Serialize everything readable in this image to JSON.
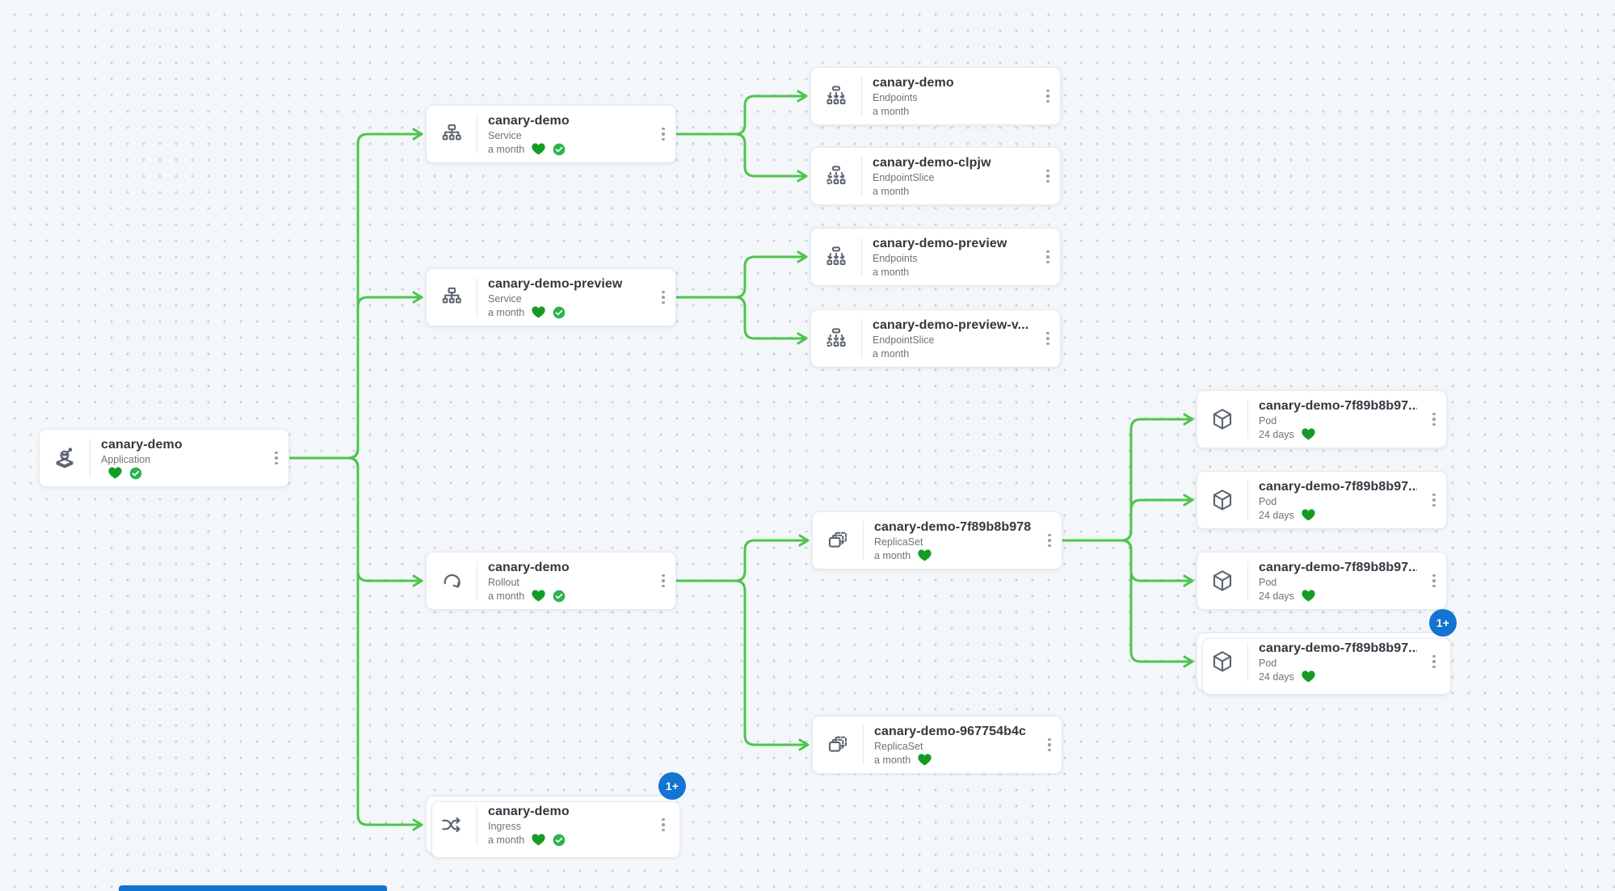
{
  "view": "application-resource-tree",
  "badge_overflow_label": "1+",
  "colors": {
    "edge_green": "#4ec44d",
    "healthy_heart_green": "#149b26",
    "synced_check_green": "#2db34f",
    "overflow_badge_blue": "#1374d1",
    "card_background": "#ffffff",
    "canvas_background": "#f3f7fa"
  },
  "icons": {
    "menu": "kebab-menu-icon",
    "healthy": "heart-icon",
    "synced": "check-circle-icon",
    "Application": "application-icon",
    "Service": "service-icon",
    "Endpoints": "endpoints-icon",
    "EndpointSlice": "endpointslice-icon",
    "Rollout": "rollout-icon",
    "ReplicaSet": "replicaset-icon",
    "Pod": "pod-icon",
    "Ingress": "ingress-icon"
  },
  "nodes": [
    {
      "id": "app",
      "name": "canary-demo",
      "kind": "Application",
      "age": "",
      "healthy": true,
      "synced": true,
      "badge": null,
      "stacked": false
    },
    {
      "id": "svc1",
      "name": "canary-demo",
      "kind": "Service",
      "age": "a month",
      "healthy": true,
      "synced": true,
      "badge": null,
      "stacked": false
    },
    {
      "id": "svc2",
      "name": "canary-demo-preview",
      "kind": "Service",
      "age": "a month",
      "healthy": true,
      "synced": true,
      "badge": null,
      "stacked": false
    },
    {
      "id": "rol",
      "name": "canary-demo",
      "kind": "Rollout",
      "age": "a month",
      "healthy": true,
      "synced": true,
      "badge": null,
      "stacked": false
    },
    {
      "id": "ing",
      "name": "canary-demo",
      "kind": "Ingress",
      "age": "a month",
      "healthy": true,
      "synced": true,
      "badge": "1+",
      "stacked": true
    },
    {
      "id": "ep1",
      "name": "canary-demo",
      "kind": "Endpoints",
      "age": "a month",
      "healthy": false,
      "synced": false,
      "badge": null,
      "stacked": false
    },
    {
      "id": "eps1",
      "name": "canary-demo-clpjw",
      "kind": "EndpointSlice",
      "age": "a month",
      "healthy": false,
      "synced": false,
      "badge": null,
      "stacked": false
    },
    {
      "id": "ep2",
      "name": "canary-demo-preview",
      "kind": "Endpoints",
      "age": "a month",
      "healthy": false,
      "synced": false,
      "badge": null,
      "stacked": false
    },
    {
      "id": "eps2",
      "name": "canary-demo-preview-v...",
      "kind": "EndpointSlice",
      "age": "a month",
      "healthy": false,
      "synced": false,
      "badge": null,
      "stacked": false
    },
    {
      "id": "rs1",
      "name": "canary-demo-7f89b8b978",
      "kind": "ReplicaSet",
      "age": "a month",
      "healthy": true,
      "synced": false,
      "badge": null,
      "stacked": false
    },
    {
      "id": "rs2",
      "name": "canary-demo-967754b4c",
      "kind": "ReplicaSet",
      "age": "a month",
      "healthy": true,
      "synced": false,
      "badge": null,
      "stacked": false
    },
    {
      "id": "pod1",
      "name": "canary-demo-7f89b8b97...",
      "kind": "Pod",
      "age": "24 days",
      "healthy": true,
      "synced": false,
      "badge": null,
      "stacked": false
    },
    {
      "id": "pod2",
      "name": "canary-demo-7f89b8b97...",
      "kind": "Pod",
      "age": "24 days",
      "healthy": true,
      "synced": false,
      "badge": null,
      "stacked": false
    },
    {
      "id": "pod3",
      "name": "canary-demo-7f89b8b97...",
      "kind": "Pod",
      "age": "24 days",
      "healthy": true,
      "synced": false,
      "badge": null,
      "stacked": false
    },
    {
      "id": "pod4",
      "name": "canary-demo-7f89b8b97...",
      "kind": "Pod",
      "age": "24 days",
      "healthy": true,
      "synced": false,
      "badge": "1+",
      "stacked": true
    }
  ],
  "edges": [
    {
      "from": "app",
      "to": "svc1"
    },
    {
      "from": "app",
      "to": "svc2"
    },
    {
      "from": "app",
      "to": "rol"
    },
    {
      "from": "app",
      "to": "ing"
    },
    {
      "from": "svc1",
      "to": "ep1"
    },
    {
      "from": "svc1",
      "to": "eps1"
    },
    {
      "from": "svc2",
      "to": "ep2"
    },
    {
      "from": "svc2",
      "to": "eps2"
    },
    {
      "from": "rol",
      "to": "rs1"
    },
    {
      "from": "rol",
      "to": "rs2"
    },
    {
      "from": "rs1",
      "to": "pod1"
    },
    {
      "from": "rs1",
      "to": "pod2"
    },
    {
      "from": "rs1",
      "to": "pod3"
    },
    {
      "from": "rs1",
      "to": "pod4"
    }
  ]
}
